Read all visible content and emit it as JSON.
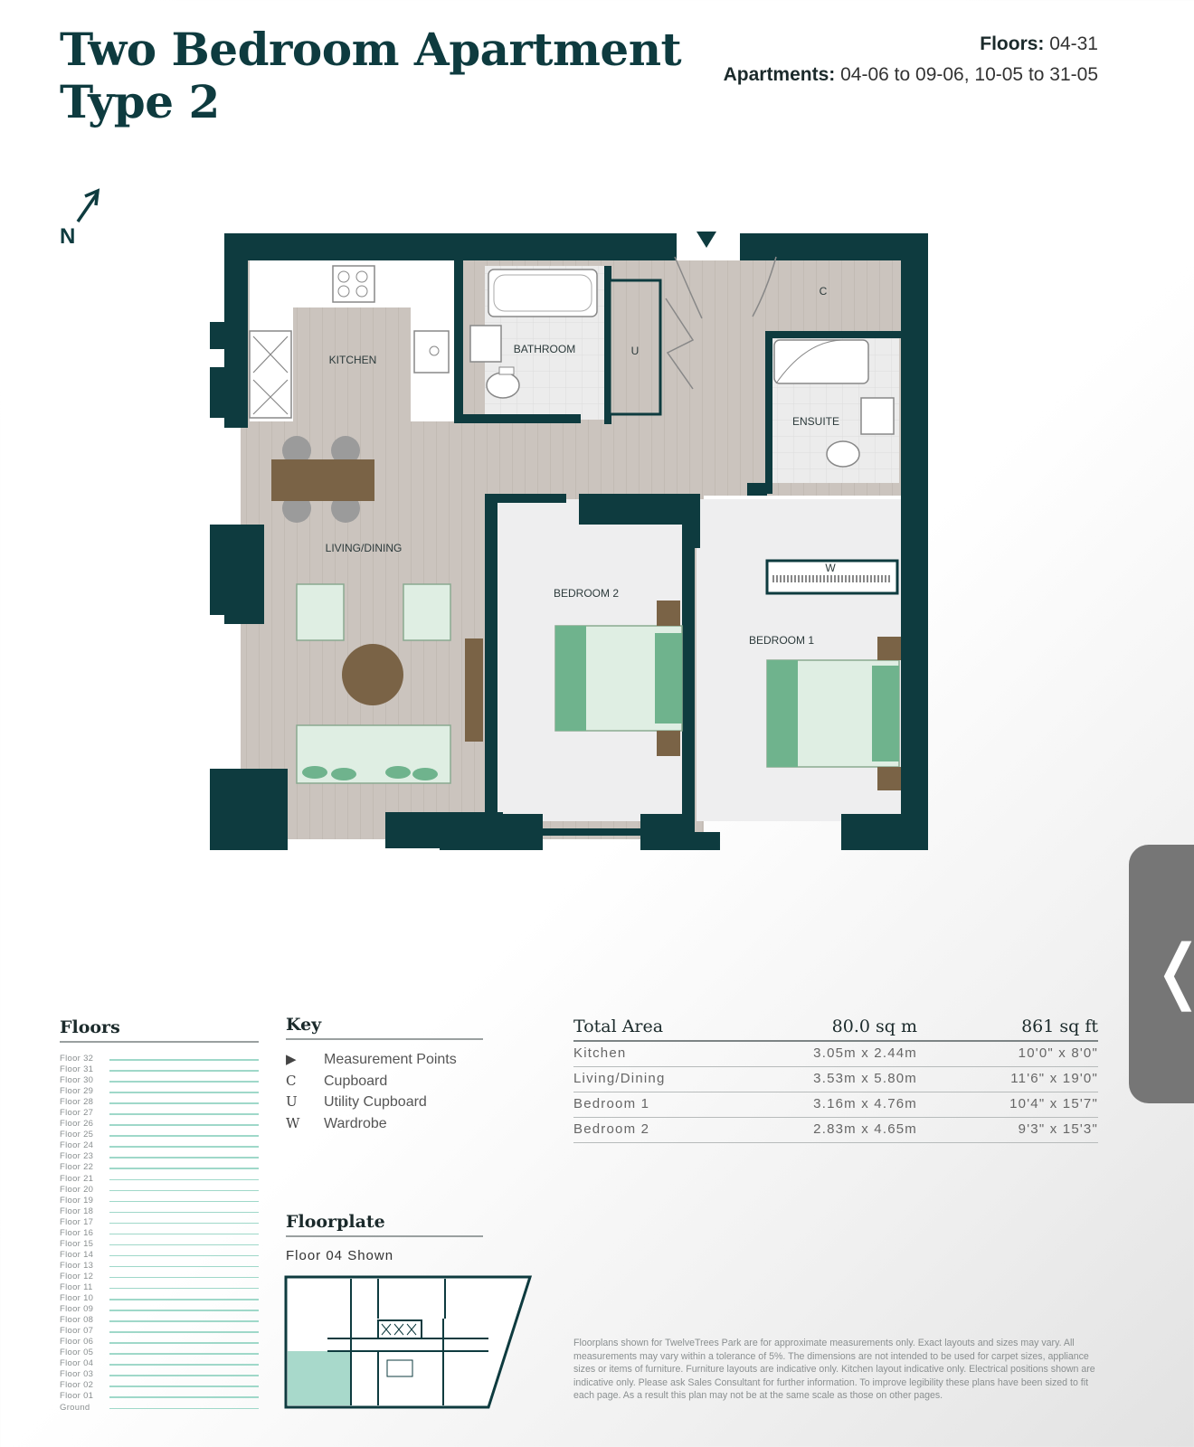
{
  "title": {
    "line1": "Two Bedroom Apartment",
    "line2": "Type 2"
  },
  "meta": {
    "floors_label": "Floors:",
    "floors_value": "04-31",
    "apartments_label": "Apartments:",
    "apartments_value": "04-06 to 09-06, 10-05 to 31-05"
  },
  "north_label": "N",
  "plan_labels": {
    "kitchen": "KITCHEN",
    "bathroom": "BATHROOM",
    "ensuite": "ENSUITE",
    "living": "LIVING/DINING",
    "bedroom2": "BEDROOM 2",
    "bedroom1": "BEDROOM 1",
    "utility": "U",
    "cupboard": "C",
    "wardrobe": "W"
  },
  "side_tab_icon": "chevron-left-icon",
  "side_tab_glyph": "❬",
  "floors": {
    "heading": "Floors",
    "items": [
      "Floor 32",
      "Floor 31",
      "Floor 30",
      "Floor 29",
      "Floor 28",
      "Floor 27",
      "Floor 26",
      "Floor 25",
      "Floor 24",
      "Floor 23",
      "Floor 22",
      "Floor 21",
      "Floor 20",
      "Floor 19",
      "Floor 18",
      "Floor 17",
      "Floor 16",
      "Floor 15",
      "Floor 14",
      "Floor 13",
      "Floor 12",
      "Floor 11",
      "Floor 10",
      "Floor 09",
      "Floor 08",
      "Floor 07",
      "Floor 06",
      "Floor 05",
      "Floor 04",
      "Floor 03",
      "Floor 02",
      "Floor 01",
      "Ground"
    ]
  },
  "key": {
    "heading": "Key",
    "items": [
      {
        "symbol": "▶",
        "label": "Measurement Points"
      },
      {
        "symbol": "C",
        "label": "Cupboard"
      },
      {
        "symbol": "U",
        "label": "Utility Cupboard"
      },
      {
        "symbol": "W",
        "label": "Wardrobe"
      }
    ]
  },
  "floorplate": {
    "heading": "Floorplate",
    "subtitle": "Floor 04 Shown"
  },
  "area_table": {
    "heading": "Total Area",
    "total_metric": "80.0 sq m",
    "total_imperial": "861 sq ft",
    "rows": [
      {
        "room": "Kitchen",
        "metric": "3.05m x 2.44m",
        "imperial": "10'0\" x 8'0\""
      },
      {
        "room": "Living/Dining",
        "metric": "3.53m x 5.80m",
        "imperial": "11'6\" x 19'0\""
      },
      {
        "room": "Bedroom 1",
        "metric": "3.16m x 4.76m",
        "imperial": "10'4\" x 15'7\""
      },
      {
        "room": "Bedroom 2",
        "metric": "2.83m x 4.65m",
        "imperial": "9'3\" x 15'3\""
      }
    ]
  },
  "disclaimer": "Floorplans shown for TwelveTrees Park are for approximate measurements only. Exact layouts and sizes may vary. All measurements may vary within a tolerance of 5%. The dimensions are not intended to be used for carpet sizes, appliance sizes or items of furniture. Furniture layouts are indicative only. Kitchen layout indicative only. Electrical positions shown are indicative only. Please ask Sales Consultant for further information. To improve legibility these plans have been sized to fit each page. As a result this plan may not be at the same scale as those on other pages.",
  "colors": {
    "wall": "#0e3b3f",
    "floor_wood": "#c9c3bd",
    "tile": "#e9e9ea",
    "accent_green": "#6fb38d",
    "mint": "#9fd8c9"
  }
}
